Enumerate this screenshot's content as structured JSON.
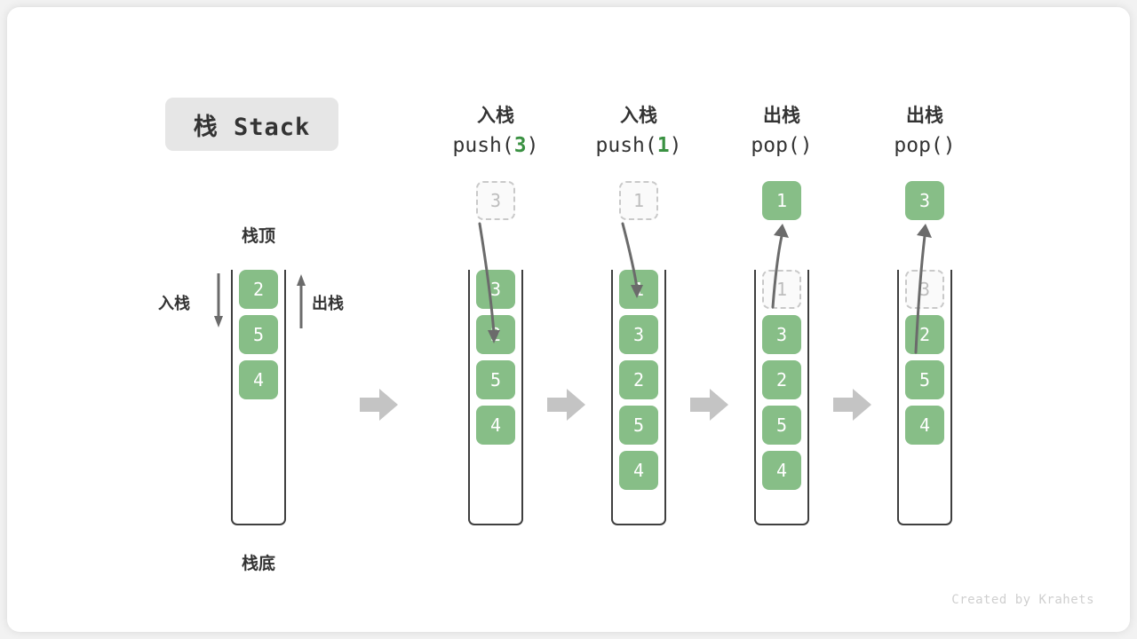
{
  "card": {
    "title_badge": "栈 Stack",
    "footer": "Created by Krahets"
  },
  "colors": {
    "cell_fill": "#87be87",
    "cell_text": "#ffffff",
    "ghost_fill": "#fafafa",
    "ghost_border": "#c9c9c9",
    "ghost_text": "#bdbdbd",
    "tube_border": "#3f3f3f",
    "accent_green": "#3a9142",
    "step_arrow": "#c4c4c4",
    "badge_bg": "#e6e6e6",
    "footer_text": "#cfcfcf"
  },
  "overview": {
    "top_label": "栈顶",
    "bottom_label": "栈底",
    "push_label": "入栈",
    "pop_label": "出栈",
    "cells": [
      "2",
      "5",
      "4"
    ]
  },
  "steps": [
    {
      "id": "push-3",
      "head_line1": "入栈",
      "head_op": "push(",
      "head_arg": "3",
      "head_close": ")",
      "incoming": {
        "value": "3",
        "style": "ghost"
      },
      "cells": [
        "3",
        "2",
        "5",
        "4"
      ],
      "ghost_index": -1,
      "arrow_dir": "down"
    },
    {
      "id": "push-1",
      "head_line1": "入栈",
      "head_op": "push(",
      "head_arg": "1",
      "head_close": ")",
      "incoming": {
        "value": "1",
        "style": "ghost"
      },
      "cells": [
        "1",
        "3",
        "2",
        "5",
        "4"
      ],
      "ghost_index": -1,
      "arrow_dir": "down"
    },
    {
      "id": "pop-1",
      "head_line1": "出栈",
      "head_op": "pop(",
      "head_arg": "",
      "head_close": ")",
      "incoming": {
        "value": "1",
        "style": "filled"
      },
      "cells": [
        "1",
        "3",
        "2",
        "5",
        "4"
      ],
      "ghost_index": 0,
      "arrow_dir": "up"
    },
    {
      "id": "pop-3",
      "head_line1": "出栈",
      "head_op": "pop(",
      "head_arg": "",
      "head_close": ")",
      "incoming": {
        "value": "3",
        "style": "filled"
      },
      "cells": [
        "3",
        "2",
        "5",
        "4"
      ],
      "ghost_index": 0,
      "arrow_dir": "up"
    }
  ]
}
